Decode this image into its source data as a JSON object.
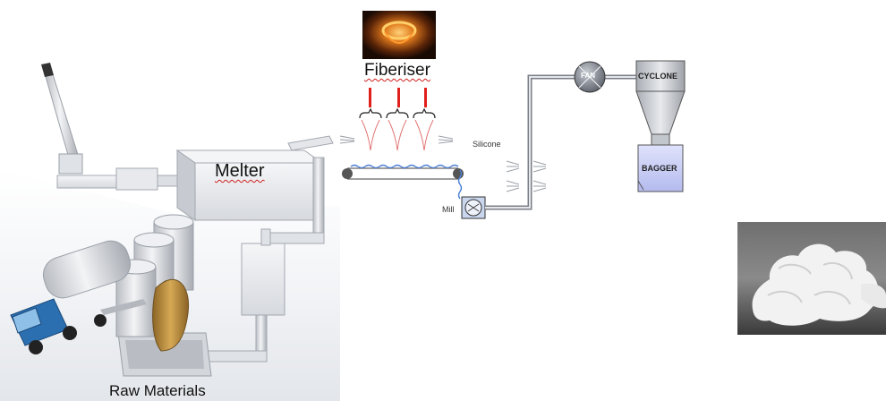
{
  "labels": {
    "melter": "Melter",
    "fiberiser": "Fiberiser",
    "raw_materials": "Raw Materials",
    "silicone": "Silicone",
    "mill": "Mill",
    "fan": "FAN",
    "cyclone": "CYCLONE",
    "bagger": "BAGGER"
  },
  "colors": {
    "plant_gray": "#d7d9dd",
    "fiberiser_glow": "#e07a1c",
    "fiberiser_spout": "#e0201c",
    "fiber_spray": "#e06a6a",
    "conveyor_fibres": "#4b7fd6",
    "mill_fill": "#c9d6ee",
    "fan_fill": "#6f7480",
    "cyclone_fill": "#c7cad1",
    "bagger_fill": "#c8cdf2",
    "truck_cab": "#2b6fb0",
    "hopper_gold": "#b88a3a"
  }
}
